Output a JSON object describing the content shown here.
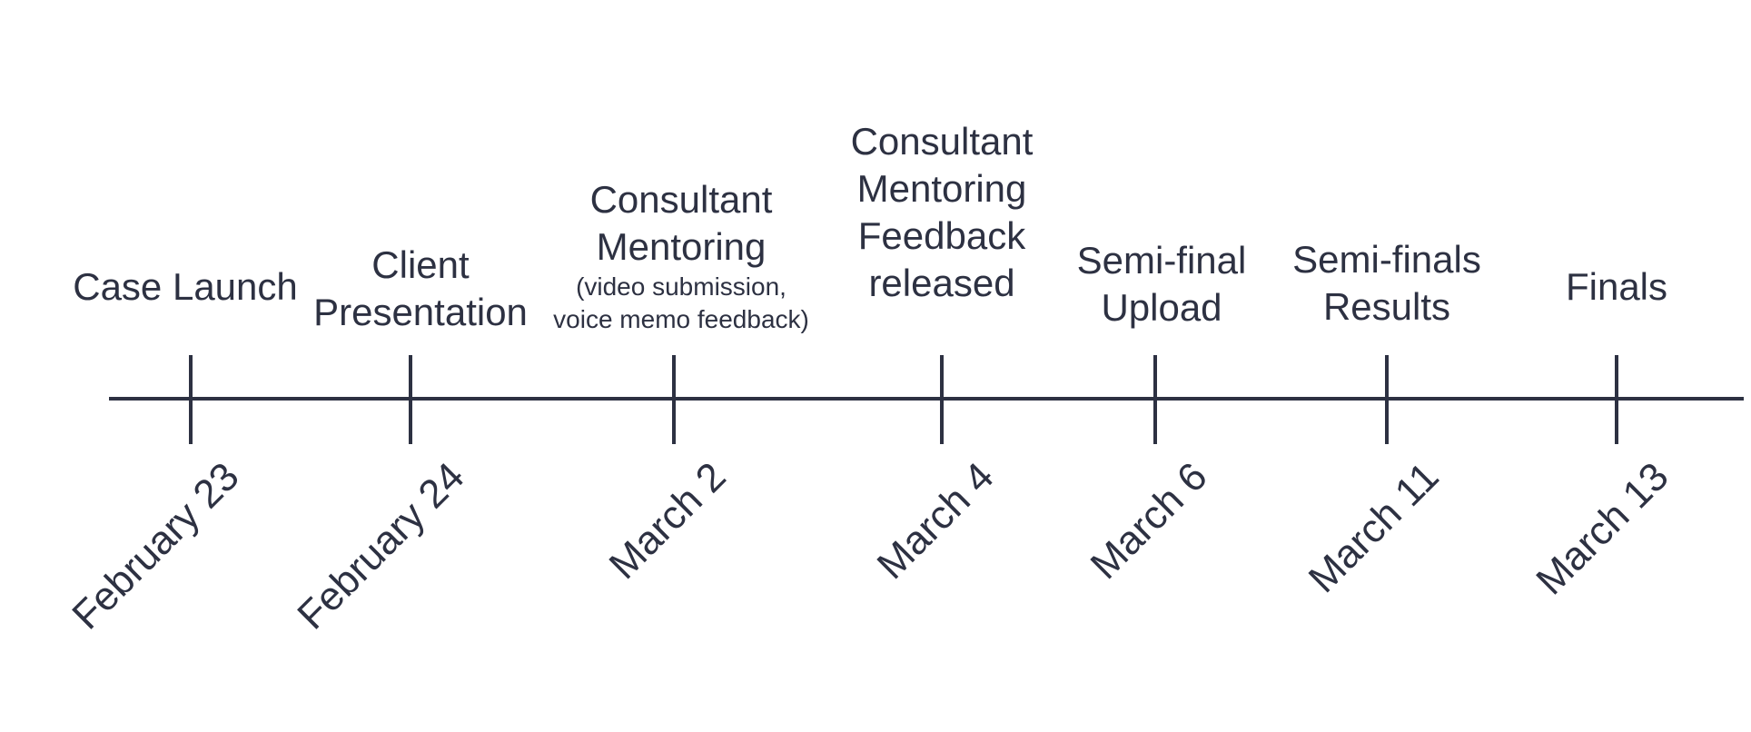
{
  "colors": {
    "ink": "#2d3142",
    "background": "#ffffff"
  },
  "events": [
    {
      "title_lines": [
        "Case Launch"
      ],
      "date": "February 23"
    },
    {
      "title_lines": [
        "Client",
        "Presentation"
      ],
      "date": "February 24"
    },
    {
      "title_lines": [
        "Consultant",
        "Mentoring"
      ],
      "subtitle_lines": [
        "(video submission,",
        "voice memo feedback)"
      ],
      "date": "March 2"
    },
    {
      "title_lines": [
        "Consultant",
        "Mentoring",
        "Feedback",
        "released"
      ],
      "date": "March 4"
    },
    {
      "title_lines": [
        "Semi-final",
        "Upload"
      ],
      "date": "March 6"
    },
    {
      "title_lines": [
        "Semi-finals",
        "Results"
      ],
      "date": "March 11"
    },
    {
      "title_lines": [
        "Finals"
      ],
      "date": "March 13"
    }
  ]
}
